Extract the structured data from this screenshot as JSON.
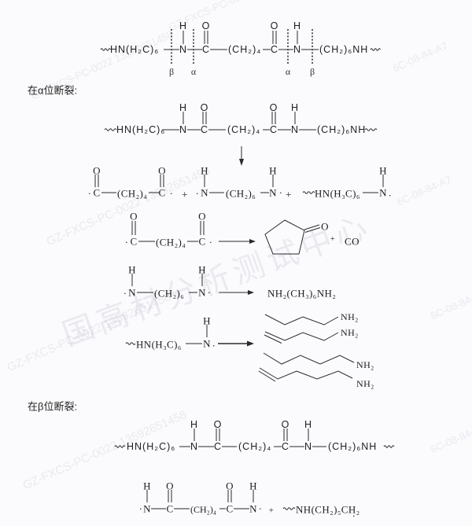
{
  "top_chain": {
    "left": "HN(H₂C)₆",
    "N1": "N",
    "H1": "H",
    "C1": "C",
    "O1": "O",
    "mid": "(CH₂)₄",
    "C2": "C",
    "O2": "O",
    "N2": "N",
    "H2": "H",
    "right": "(CH₂)₆NH",
    "cleavage_labels": [
      "β",
      "α",
      "α",
      "β"
    ]
  },
  "alpha_cleavage": {
    "heading": "在α位断裂:",
    "chain": {
      "left": "HN(H₂C)₆",
      "N1": "N",
      "H1": "H",
      "C1": "C",
      "O1": "O",
      "mid": "(CH₂)₄",
      "C2": "C",
      "O2": "O",
      "N2": "N",
      "H2": "H",
      "right": "(CH₂)₆NH"
    },
    "step1_products": {
      "diacyl_radical": {
        "dot1": "·",
        "C1": "C",
        "O1": "O",
        "mid": "(CH₂)₄",
        "C2": "C",
        "O2": "O",
        "dot2": "·"
      },
      "plus1": "+",
      "diamine_radical": {
        "dot1": "·",
        "N1": "N",
        "H1": "H",
        "mid": "(CH₂)₆",
        "N2": "N",
        "H2": "H",
        "dot2": "·"
      },
      "plus2": "+",
      "chain_end_radical": {
        "group": "HN(H₃C)₆",
        "N": "N",
        "H": "H",
        "dot": "."
      }
    },
    "reaction_a": {
      "reactant": {
        "dot1": "·",
        "C1": "C",
        "O1": "O",
        "mid": "(CH₂)₄",
        "C2": "C",
        "O2": "O",
        "dot2": "·"
      },
      "product_ketone_O": "O",
      "plus": "+",
      "byproduct": "CO"
    },
    "reaction_b": {
      "reactant": {
        "dot1": "·",
        "N1": "N",
        "H1": "H",
        "mid": "(CH₂)₆",
        "N2": "N",
        "H2": "H",
        "dot2": "·"
      },
      "product": "NH₂(CH₃)₆NH₂"
    },
    "reaction_c": {
      "reactant": {
        "group": "HN(H₃C)₆",
        "N": "N",
        "H": "H",
        "dot": "."
      },
      "products": [
        {
          "label": "NH₂"
        },
        {
          "label": "NH₂"
        },
        {
          "label": "NH₂"
        },
        {
          "label": "NH₂"
        }
      ]
    }
  },
  "beta_cleavage": {
    "heading": "在β位断裂:",
    "chain": {
      "left": "HN(H₂C)₆",
      "N1": "N",
      "H1": "H",
      "C1": "C",
      "O1": "O",
      "mid": "(CH₂)₄",
      "C2": "C",
      "O2": "O",
      "N2": "N",
      "H2": "H",
      "right": "(CH₂)₆NH"
    },
    "products": {
      "amide_radical": {
        "dot1": "·",
        "N1": "N",
        "H1": "H",
        "C1": "C",
        "O1": "O",
        "mid": "(CH₂)₄",
        "C2": "C",
        "O2": "O",
        "N2": "N",
        "H2": "H",
        "dot2": "·"
      },
      "plus": "+",
      "alkyl_radical": {
        "group": "NH(CH₂)₅CH₂",
        "dot": "·"
      }
    }
  },
  "watermarks": {
    "serial": "GZ-FXCS-PC-0022  13592651458",
    "mac": "6C-08-84-A7",
    "org": "国高材分析测试中心"
  }
}
